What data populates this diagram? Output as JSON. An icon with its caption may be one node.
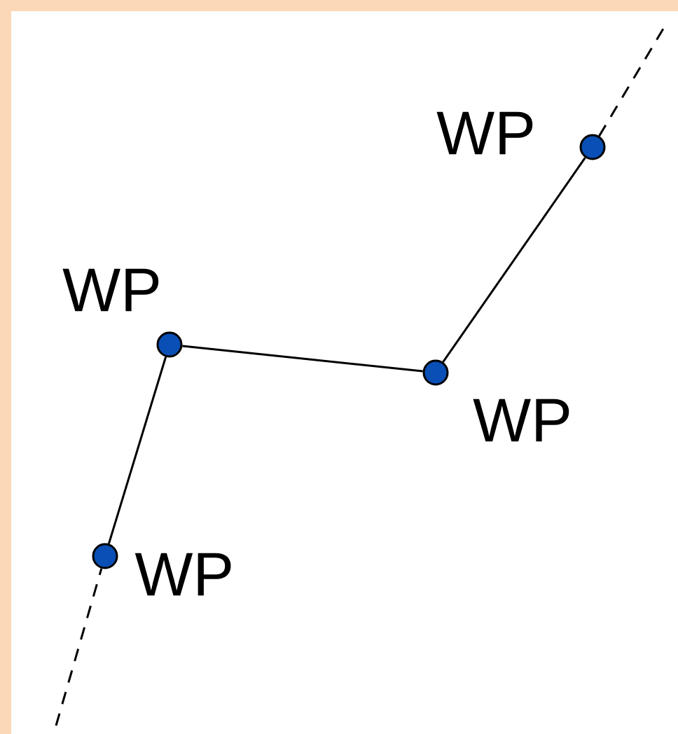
{
  "diagram": {
    "nodes": [
      {
        "text": [],
        "shape": "circle",
        "beside": [
          "WP"
        ]
      },
      {
        "text": [],
        "shape": "circle",
        "beside": [
          "WP"
        ]
      },
      {
        "text": [],
        "shape": "circle",
        "beside": [
          "WP"
        ]
      },
      {
        "text": [],
        "shape": "circle",
        "beside": [
          "WP"
        ]
      }
    ],
    "edges": [
      {
        "from": null,
        "to": 0,
        "arrow": "none",
        "style": "dashed"
      },
      {
        "from": 0,
        "to": 1,
        "arrow": "none"
      },
      {
        "from": 1,
        "to": 2,
        "arrow": "none"
      },
      {
        "from": 2,
        "to": 3,
        "arrow": "none"
      },
      {
        "from": 3,
        "to": null,
        "arrow": "none",
        "style": "dashed"
      }
    ]
  }
}
